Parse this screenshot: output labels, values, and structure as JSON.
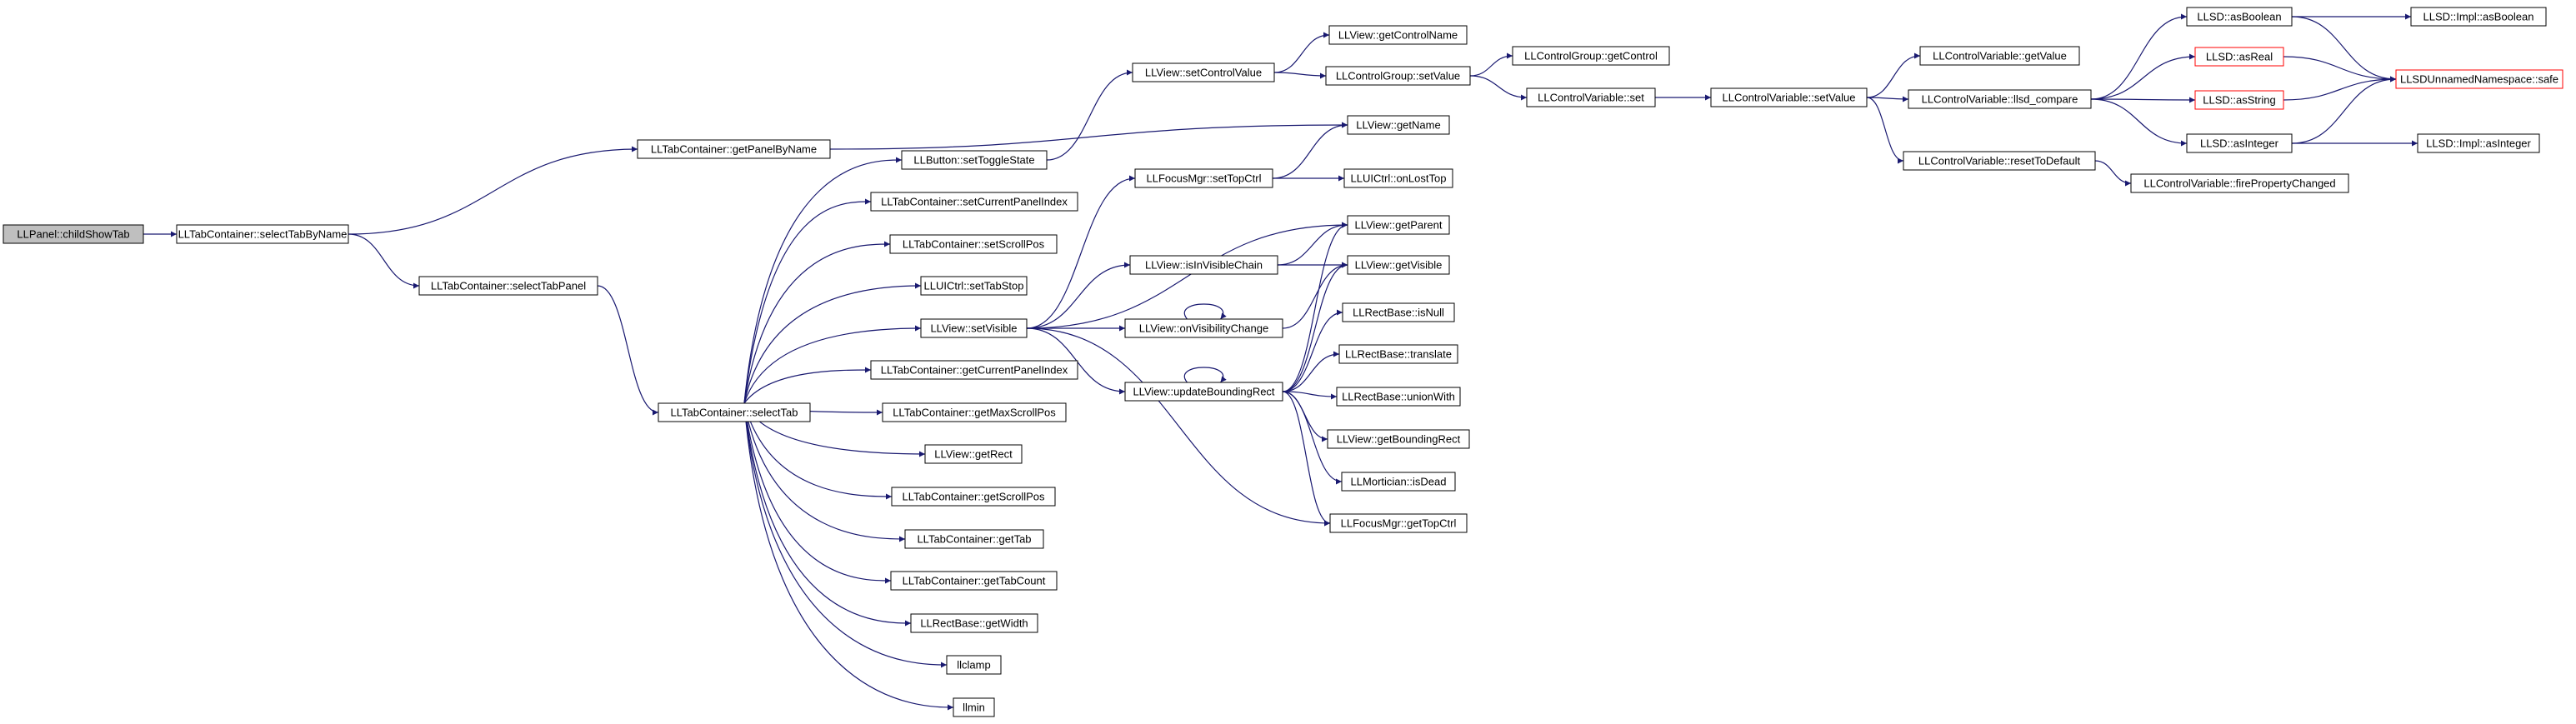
{
  "nodes": [
    {
      "id": "n0",
      "label": "LLPanel::childShowTab",
      "fill": "#bfbfbf",
      "stroke": "#000000"
    },
    {
      "id": "n1",
      "label": "LLTabContainer::selectTabByName",
      "fill": "#ffffff",
      "stroke": "#000000"
    },
    {
      "id": "n2",
      "label": "LLTabContainer::getPanelByName",
      "fill": "#ffffff",
      "stroke": "#000000"
    },
    {
      "id": "n3",
      "label": "LLTabContainer::selectTabPanel",
      "fill": "#ffffff",
      "stroke": "#000000"
    },
    {
      "id": "n4",
      "label": "LLTabContainer::selectTab",
      "fill": "#ffffff",
      "stroke": "#000000"
    },
    {
      "id": "n5",
      "label": "LLButton::setToggleState",
      "fill": "#ffffff",
      "stroke": "#000000"
    },
    {
      "id": "n6",
      "label": "LLTabContainer::setCurrentPanelIndex",
      "fill": "#ffffff",
      "stroke": "#000000"
    },
    {
      "id": "n7",
      "label": "LLTabContainer::setScrollPos",
      "fill": "#ffffff",
      "stroke": "#000000"
    },
    {
      "id": "n8",
      "label": "LLUICtrl::setTabStop",
      "fill": "#ffffff",
      "stroke": "#000000"
    },
    {
      "id": "n9",
      "label": "LLView::setVisible",
      "fill": "#ffffff",
      "stroke": "#000000"
    },
    {
      "id": "n10",
      "label": "LLTabContainer::getCurrentPanelIndex",
      "fill": "#ffffff",
      "stroke": "#000000"
    },
    {
      "id": "n11",
      "label": "LLTabContainer::getMaxScrollPos",
      "fill": "#ffffff",
      "stroke": "#000000"
    },
    {
      "id": "n12",
      "label": "LLView::getRect",
      "fill": "#ffffff",
      "stroke": "#000000"
    },
    {
      "id": "n13",
      "label": "LLTabContainer::getScrollPos",
      "fill": "#ffffff",
      "stroke": "#000000"
    },
    {
      "id": "n14",
      "label": "LLTabContainer::getTab",
      "fill": "#ffffff",
      "stroke": "#000000"
    },
    {
      "id": "n15",
      "label": "LLTabContainer::getTabCount",
      "fill": "#ffffff",
      "stroke": "#000000"
    },
    {
      "id": "n16",
      "label": "LLRectBase::getWidth",
      "fill": "#ffffff",
      "stroke": "#000000"
    },
    {
      "id": "n17",
      "label": "llclamp",
      "fill": "#ffffff",
      "stroke": "#000000"
    },
    {
      "id": "n18",
      "label": "llmin",
      "fill": "#ffffff",
      "stroke": "#000000"
    },
    {
      "id": "n19",
      "label": "LLView::setControlValue",
      "fill": "#ffffff",
      "stroke": "#000000"
    },
    {
      "id": "n20",
      "label": "LLView::getControlName",
      "fill": "#ffffff",
      "stroke": "#000000"
    },
    {
      "id": "n21",
      "label": "LLControlGroup::setValue",
      "fill": "#ffffff",
      "stroke": "#000000"
    },
    {
      "id": "n22",
      "label": "LLControlGroup::getControl",
      "fill": "#ffffff",
      "stroke": "#000000"
    },
    {
      "id": "n23",
      "label": "LLControlVariable::set",
      "fill": "#ffffff",
      "stroke": "#000000"
    },
    {
      "id": "n24",
      "label": "LLControlVariable::setValue",
      "fill": "#ffffff",
      "stroke": "#000000"
    },
    {
      "id": "n25",
      "label": "LLControlVariable::getValue",
      "fill": "#ffffff",
      "stroke": "#000000"
    },
    {
      "id": "n26",
      "label": "LLControlVariable::llsd_compare",
      "fill": "#ffffff",
      "stroke": "#000000"
    },
    {
      "id": "n27",
      "label": "LLControlVariable::resetToDefault",
      "fill": "#ffffff",
      "stroke": "#000000"
    },
    {
      "id": "n28",
      "label": "LLControlVariable::firePropertyChanged",
      "fill": "#ffffff",
      "stroke": "#000000"
    },
    {
      "id": "n29",
      "label": "LLSD::asBoolean",
      "fill": "#ffffff",
      "stroke": "#000000"
    },
    {
      "id": "n30",
      "label": "LLSD::asReal",
      "fill": "#ffffff",
      "stroke": "#ff0000"
    },
    {
      "id": "n31",
      "label": "LLSD::asString",
      "fill": "#ffffff",
      "stroke": "#ff0000"
    },
    {
      "id": "n32",
      "label": "LLSD::asInteger",
      "fill": "#ffffff",
      "stroke": "#000000"
    },
    {
      "id": "n33",
      "label": "LLSD::Impl::asBoolean",
      "fill": "#ffffff",
      "stroke": "#000000"
    },
    {
      "id": "n34",
      "label": "LLSDUnnamedNamespace::safe",
      "fill": "#ffffff",
      "stroke": "#ff0000"
    },
    {
      "id": "n35",
      "label": "LLSD::Impl::asInteger",
      "fill": "#ffffff",
      "stroke": "#000000"
    },
    {
      "id": "n36",
      "label": "LLView::getName",
      "fill": "#ffffff",
      "stroke": "#000000"
    },
    {
      "id": "n37",
      "label": "LLFocusMgr::setTopCtrl",
      "fill": "#ffffff",
      "stroke": "#000000"
    },
    {
      "id": "n38",
      "label": "LLUICtrl::onLostTop",
      "fill": "#ffffff",
      "stroke": "#000000"
    },
    {
      "id": "n39",
      "label": "LLView::isInVisibleChain",
      "fill": "#ffffff",
      "stroke": "#000000"
    },
    {
      "id": "n40",
      "label": "LLView::getParent",
      "fill": "#ffffff",
      "stroke": "#000000"
    },
    {
      "id": "n41",
      "label": "LLView::getVisible",
      "fill": "#ffffff",
      "stroke": "#000000"
    },
    {
      "id": "n42",
      "label": "LLView::onVisibilityChange",
      "fill": "#ffffff",
      "stroke": "#000000"
    },
    {
      "id": "n43",
      "label": "LLView::updateBoundingRect",
      "fill": "#ffffff",
      "stroke": "#000000"
    },
    {
      "id": "n44",
      "label": "LLRectBase::isNull",
      "fill": "#ffffff",
      "stroke": "#000000"
    },
    {
      "id": "n45",
      "label": "LLRectBase::translate",
      "fill": "#ffffff",
      "stroke": "#000000"
    },
    {
      "id": "n46",
      "label": "LLRectBase::unionWith",
      "fill": "#ffffff",
      "stroke": "#000000"
    },
    {
      "id": "n47",
      "label": "LLView::getBoundingRect",
      "fill": "#ffffff",
      "stroke": "#000000"
    },
    {
      "id": "n48",
      "label": "LLMortician::isDead",
      "fill": "#ffffff",
      "stroke": "#000000"
    },
    {
      "id": "n49",
      "label": "LLFocusMgr::getTopCtrl",
      "fill": "#ffffff",
      "stroke": "#000000"
    }
  ],
  "edges": [
    [
      "n0",
      "n1"
    ],
    [
      "n1",
      "n2"
    ],
    [
      "n1",
      "n3"
    ],
    [
      "n2",
      "n36"
    ],
    [
      "n3",
      "n4"
    ],
    [
      "n4",
      "n5"
    ],
    [
      "n4",
      "n6"
    ],
    [
      "n4",
      "n7"
    ],
    [
      "n4",
      "n8"
    ],
    [
      "n4",
      "n9"
    ],
    [
      "n4",
      "n10"
    ],
    [
      "n4",
      "n11"
    ],
    [
      "n4",
      "n12"
    ],
    [
      "n4",
      "n13"
    ],
    [
      "n4",
      "n14"
    ],
    [
      "n4",
      "n15"
    ],
    [
      "n4",
      "n16"
    ],
    [
      "n4",
      "n17"
    ],
    [
      "n4",
      "n18"
    ],
    [
      "n5",
      "n19"
    ],
    [
      "n19",
      "n20"
    ],
    [
      "n19",
      "n21"
    ],
    [
      "n21",
      "n22"
    ],
    [
      "n21",
      "n23"
    ],
    [
      "n23",
      "n24"
    ],
    [
      "n24",
      "n25"
    ],
    [
      "n24",
      "n26"
    ],
    [
      "n24",
      "n27"
    ],
    [
      "n27",
      "n28"
    ],
    [
      "n26",
      "n29"
    ],
    [
      "n26",
      "n30"
    ],
    [
      "n26",
      "n31"
    ],
    [
      "n26",
      "n32"
    ],
    [
      "n29",
      "n33"
    ],
    [
      "n29",
      "n34"
    ],
    [
      "n30",
      "n34"
    ],
    [
      "n31",
      "n34"
    ],
    [
      "n32",
      "n34"
    ],
    [
      "n32",
      "n35"
    ],
    [
      "n9",
      "n37"
    ],
    [
      "n9",
      "n39"
    ],
    [
      "n9",
      "n40"
    ],
    [
      "n9",
      "n42"
    ],
    [
      "n9",
      "n43"
    ],
    [
      "n9",
      "n49"
    ],
    [
      "n37",
      "n36"
    ],
    [
      "n37",
      "n38"
    ],
    [
      "n39",
      "n40"
    ],
    [
      "n39",
      "n41"
    ],
    [
      "n42",
      "n42"
    ],
    [
      "n42",
      "n41"
    ],
    [
      "n43",
      "n43"
    ],
    [
      "n43",
      "n40"
    ],
    [
      "n43",
      "n41"
    ],
    [
      "n43",
      "n44"
    ],
    [
      "n43",
      "n45"
    ],
    [
      "n43",
      "n46"
    ],
    [
      "n43",
      "n47"
    ],
    [
      "n43",
      "n48"
    ],
    [
      "n43",
      "n49"
    ]
  ],
  "colors": {
    "edge": "#191970",
    "text": "#000000",
    "background": "#ffffff"
  }
}
